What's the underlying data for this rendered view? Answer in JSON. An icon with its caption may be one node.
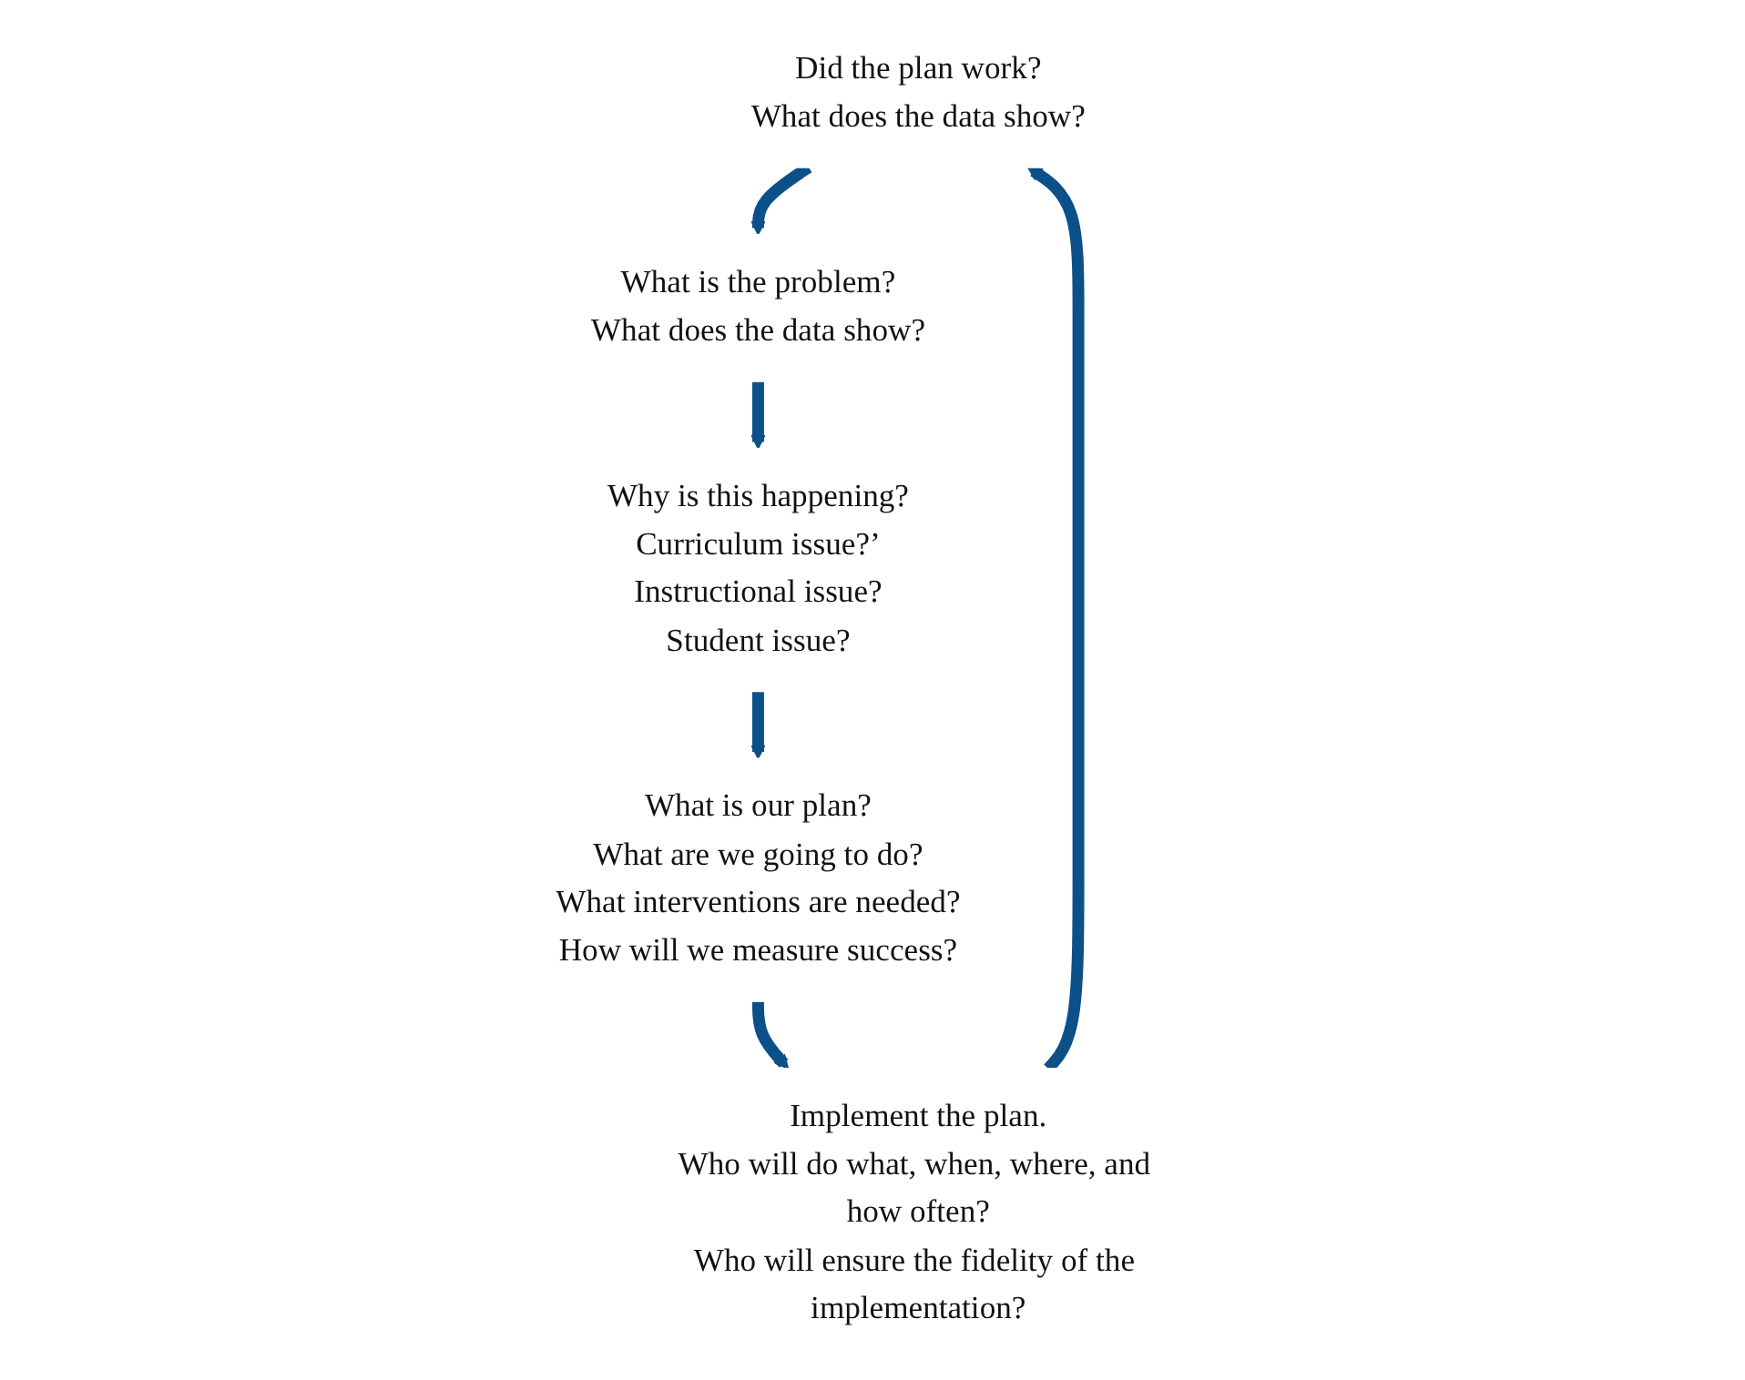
{
  "diagram": {
    "nodes": [
      {
        "text": [
          "Did the plan work?",
          "What does the data show?"
        ]
      },
      {
        "text": [
          "What is the problem?",
          "What does the data show?"
        ]
      },
      {
        "text": [
          "Why is this happening?",
          "Curriculum issue?’",
          "Instructional issue?",
          "Student issue?"
        ]
      },
      {
        "text": [
          "What is our plan?",
          "What are we going to do?",
          "What interventions are needed?",
          "How will we measure success?"
        ]
      },
      {
        "text": [
          "Implement the plan.",
          "Who will do what, when, where, and how often?",
          "Who will ensure the fidelity of the implementation?"
        ]
      }
    ],
    "edges": [
      {
        "from": 0,
        "to": 1,
        "arrow": "to"
      },
      {
        "from": 1,
        "to": 2,
        "arrow": "to"
      },
      {
        "from": 2,
        "to": 3,
        "arrow": "to"
      },
      {
        "from": 3,
        "to": 4,
        "arrow": "to"
      },
      {
        "from": 4,
        "to": 0,
        "arrow": "to"
      }
    ]
  }
}
